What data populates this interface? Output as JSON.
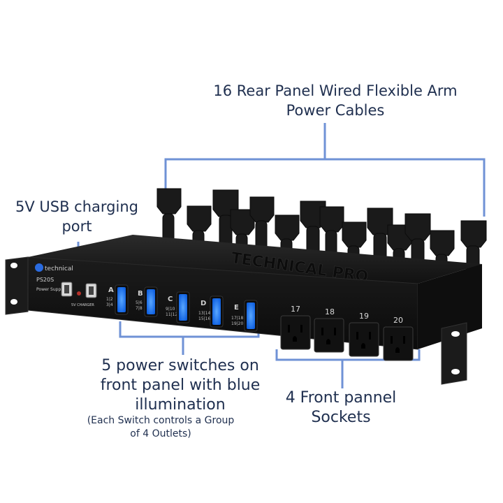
{
  "callouts": {
    "cables": "16 Rear Panel Wired Flexible Arm Power Cables",
    "usb": "5V USB charging port",
    "switches": "5 power switches on front panel with blue illumination",
    "switches_note": "(Each Switch controls a Group of 4 Outlets)",
    "sockets": "4 Front pannel Sockets"
  },
  "device": {
    "brand": "technical",
    "model": "PS20S",
    "subtitle": "Power Supply",
    "usb_label": "5V CHARGER",
    "top_emboss": "TECHNICAL PRO",
    "switches": [
      {
        "letter": "A",
        "outlets": "1|2 3|4"
      },
      {
        "letter": "B",
        "outlets": "5|6 7|8"
      },
      {
        "letter": "C",
        "outlets": "9|10 11|12"
      },
      {
        "letter": "D",
        "outlets": "13|14 15|16"
      },
      {
        "letter": "E",
        "outlets": "17|18 19|20"
      }
    ],
    "sockets": [
      "17",
      "18",
      "19",
      "20"
    ]
  },
  "colors": {
    "callout_line": "#6f92d6",
    "switch_blue": "#1f7cff",
    "chassis": "#151515"
  }
}
